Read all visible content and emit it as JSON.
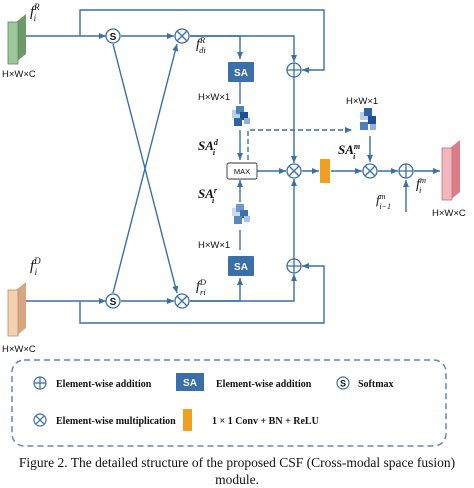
{
  "diagram": {
    "labels": {
      "f_r": "f",
      "f_r_sub": "i",
      "f_r_sup": "R",
      "f_d": "f",
      "f_d_sub": "i",
      "f_d_sup": "D",
      "f_dr": "f",
      "f_dr_sub": "di",
      "f_dr_sup": "R",
      "f_rd": "f",
      "f_rd_sub": "ri",
      "f_rd_sup": "D",
      "sa_d": "SA",
      "sa_d_sub": "i",
      "sa_d_sup": "d",
      "sa_r": "SA",
      "sa_r_sub": "i",
      "sa_r_sup": "r",
      "sa_m": "SA",
      "sa_m_sub": "i",
      "sa_m_sup": "m",
      "f_m": "f",
      "f_m_sub": "i",
      "f_m_sup": "m",
      "f_prev": "f",
      "f_prev_sub": "i−1",
      "f_prev_sup": "m"
    },
    "dims": {
      "in_r": "H×W×C",
      "in_d": "H×W×C",
      "att_d": "H×W×1",
      "att_r": "H×W×1",
      "att_m": "H×W×1",
      "out": "H×W×C"
    },
    "sa_label": "SA",
    "max_label": "MAX",
    "softmax_symbol": "S"
  },
  "legend": {
    "addition": "Element-wise addition",
    "sa": "Element-wise addition",
    "softmax": "Softmax",
    "multiplication": "Element-wise multiplication",
    "conv": "1 × 1 Conv + BN + ReLU",
    "sa_box": "SA",
    "softmax_symbol": "S"
  },
  "caption": "Figure 2. The detailed structure of the proposed CSF (Cross-modal space fusion) module.",
  "colors": {
    "line": "#3a6fa8",
    "sa_box": "#3a6fa8",
    "conv": "#f0a020",
    "feat_r": "#9cc79a",
    "feat_d": "#f2d0b0",
    "feat_out": "#f4b6bd",
    "legend_border": "#5a8ac0"
  }
}
